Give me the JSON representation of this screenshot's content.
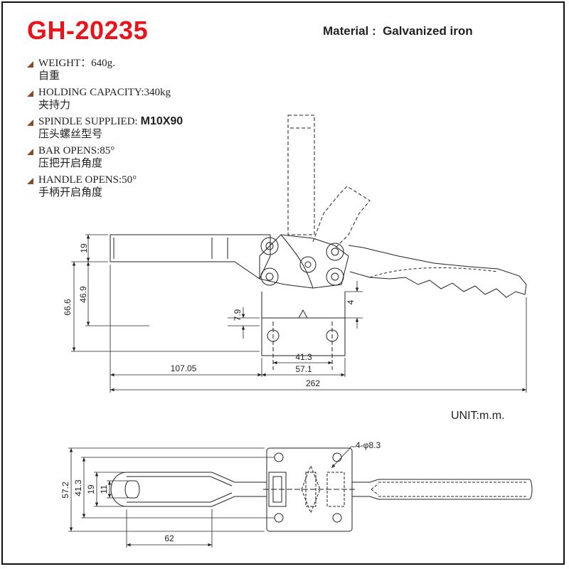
{
  "title": "GH-20235",
  "material": "Material :  Galvanized iron",
  "specs": [
    {
      "en": "WEIGHT：640g.",
      "cn": "自重"
    },
    {
      "en": "HOLDING CAPACITY:340kg",
      "cn": "夹持力"
    },
    {
      "en": "SPINDLE SUPPLIED:",
      "value": "M10X90",
      "cn": "压头螺丝型号"
    },
    {
      "en": "BAR OPENS:85°",
      "cn": "压把开启角度"
    },
    {
      "en": "HANDLE OPENS:50°",
      "cn": "手柄开启角度"
    }
  ],
  "unit": "UNIT:m.m.",
  "side_view": {
    "dimensions": {
      "bar_height": "19",
      "overall_height": "66.6",
      "pivot_height": "46.9",
      "base_thickness": "7.9",
      "base_offset": "4",
      "hole_spacing": "41.3",
      "base_length": "57.1",
      "bar_reach": "107.05",
      "overall_length": "262"
    }
  },
  "top_view": {
    "dimensions": {
      "hole_callout": "4-φ8.3",
      "base_width": "57.2",
      "hole_spacing": "41.3",
      "bar_width": "19",
      "slot_width": "11",
      "slot_length": "62"
    }
  }
}
